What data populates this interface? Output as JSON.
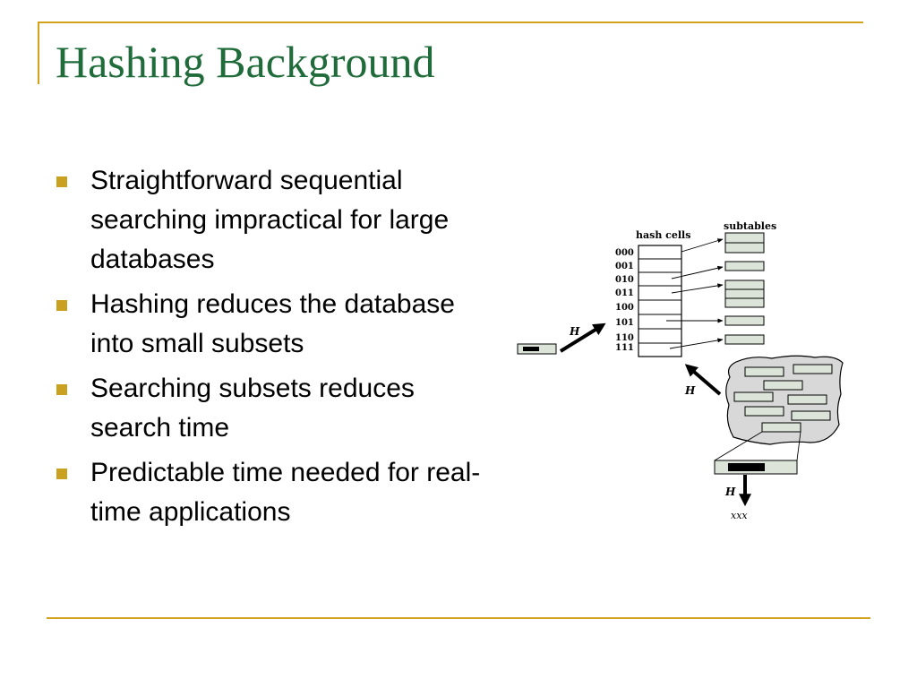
{
  "slide": {
    "title": "Hashing Background",
    "bullets": [
      "Straightforward sequential searching impractical for large databases",
      "Hashing reduces the database into small subsets",
      "Searching subsets reduces search time",
      "Predictable time needed for real-time applications"
    ]
  },
  "figure": {
    "hash_cells_label": "hash cells",
    "subtables_label": "subtables",
    "cell_codes": [
      "000",
      "001",
      "010",
      "011",
      "100",
      "101",
      "110",
      "111"
    ],
    "h_label": "H",
    "output_label": "xxx"
  },
  "colors": {
    "title": "#1f6b3a",
    "accent_rule": "#d4a21a",
    "bullet_marker": "#c9a11e",
    "record_fill": "#dce3d8",
    "database_fill": "#d8d8d8"
  }
}
